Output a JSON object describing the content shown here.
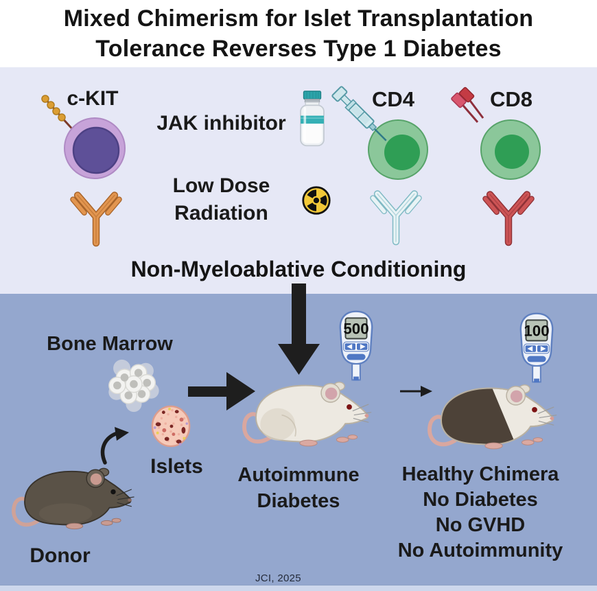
{
  "title": {
    "line1": "Mixed Chimerism for Islet Transplantation",
    "line2": "Tolerance Reverses Type 1 Diabetes"
  },
  "conditioning": {
    "ckit_label": "c-KIT",
    "jak_label": "JAK inhibitor",
    "low_dose_line1": "Low Dose",
    "low_dose_line2": "Radiation",
    "cd4_label": "CD4",
    "cd8_label": "CD8",
    "caption": "Non-Myeloablative Conditioning"
  },
  "outcome": {
    "bone_marrow_label": "Bone Marrow",
    "islets_label": "Islets",
    "donor_label": "Donor",
    "autoimmune_line1": "Autoimmune",
    "autoimmune_line2": "Diabetes",
    "healthy_line1": "Healthy Chimera",
    "healthy_line2": "No Diabetes",
    "healthy_line3": "No GVHD",
    "healthy_line4": "No Autoimmunity",
    "meter_high": "500",
    "meter_low": "100"
  },
  "footer": {
    "credit": "JCI, 2025"
  },
  "icons": {
    "stem_cell": "purple c-KIT stem cell with beaded receptor",
    "vial": "JAK inhibitor medicine vial",
    "radiation": "radiation trefoil symbol",
    "cd4_cell": "green CD4 T cell with syringe",
    "cd8_cell": "green CD8 T cell with receptor",
    "antibodies": [
      "orange anti-c-KIT antibody",
      "pale teal anti-CD4 antibody",
      "red anti-CD8 antibody"
    ],
    "bone_marrow": "bone marrow cell cluster",
    "islet": "pancreatic islet",
    "mice": [
      "dark donor mouse",
      "white autoimmune diabetic mouse",
      "black-and-white chimera mouse"
    ],
    "meters": [
      "glucometer reading 500",
      "glucometer reading 100"
    ]
  },
  "colors": {
    "band_mid": "#e6e8f6",
    "band_bottom": "#94a7ce",
    "cell_purple_outer": "#c7a3d9",
    "cell_purple_nucleus": "#5e5098",
    "cell_green_outer": "#8bc79a",
    "cell_green_nucleus": "#2f9e55",
    "antibody_orange": "#e2954f",
    "antibody_teal": "#e8f3f5",
    "antibody_red": "#cd5455",
    "radiation_yellow": "#f2c838",
    "meter_blue": "#4f77c4",
    "arrow_black": "#1e1e1e",
    "donor_mouse_fur": "#5a5247",
    "recipient_mouse_fur": "#ede9e1"
  }
}
